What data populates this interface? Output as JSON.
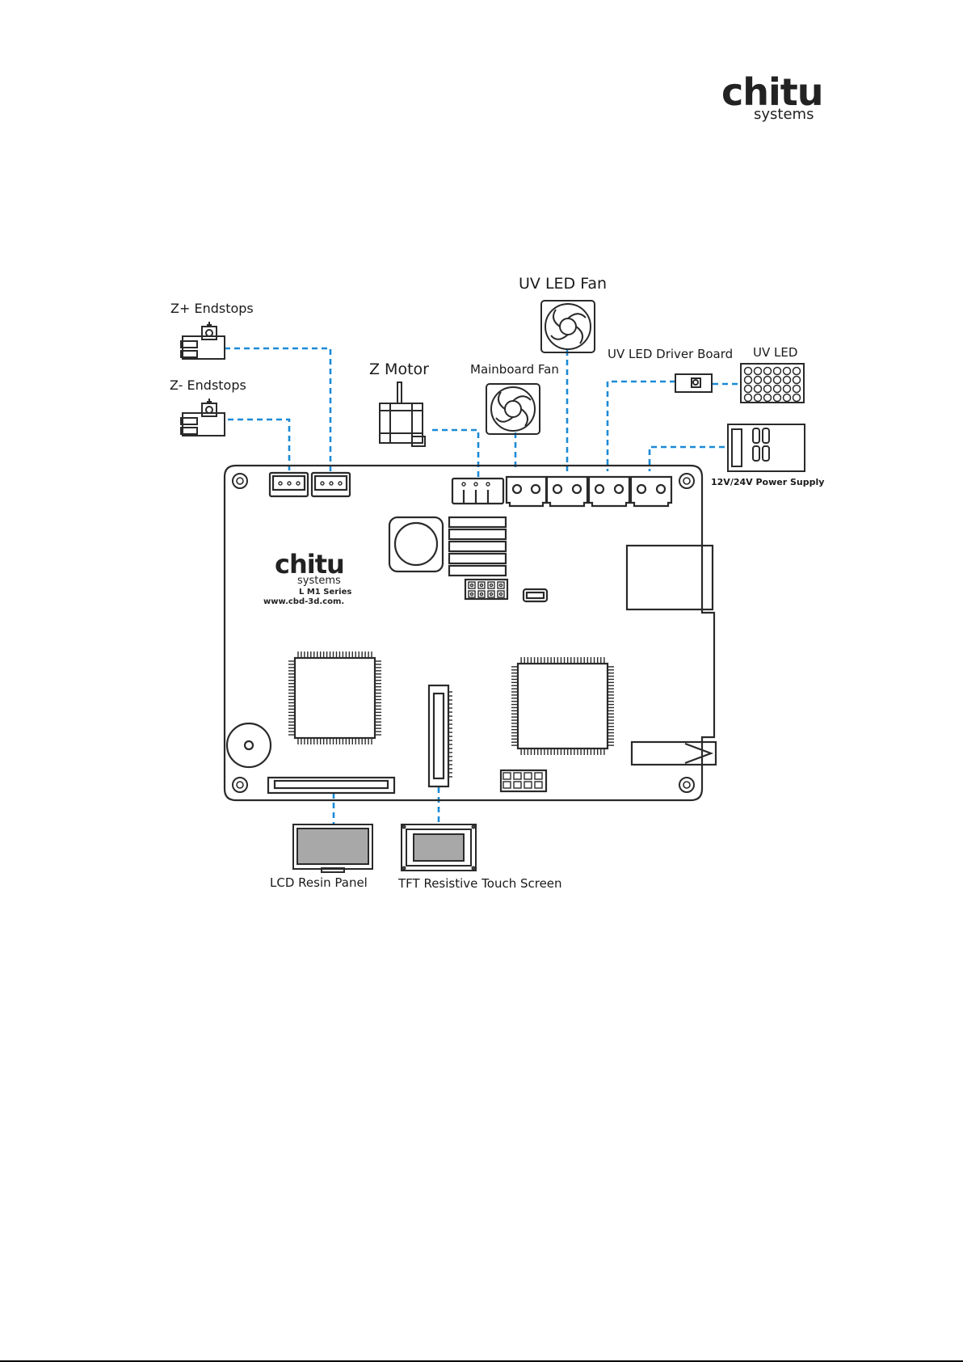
{
  "brand": {
    "top_logo_word": "chitu",
    "top_logo_sub": "systems",
    "board_logo_word": "chitu",
    "board_logo_sub": "systems",
    "board_series": "L M1 Series",
    "board_url": "www.cbd-3d.com."
  },
  "labels": {
    "z_plus_endstops": "Z+ Endstops",
    "z_minus_endstops": "Z- Endstops",
    "z_motor": "Z Motor",
    "mainboard_fan": "Mainboard Fan",
    "uv_led_fan": "UV LED Fan",
    "uv_led_driver_board": "UV LED Driver Board",
    "uv_led": "UV LED",
    "power_supply": "12V/24V Power Supply",
    "lcd_resin_panel": "LCD Resin Panel",
    "tft_touch_screen": "TFT Resistive Touch Screen"
  },
  "colors": {
    "wire": "#1b8ad6",
    "outline": "#2a2a2a",
    "screen_fill": "#a8a8a8"
  },
  "icons": [
    "endstop-icon",
    "stepper-motor-icon",
    "fan-icon",
    "driver-board-icon",
    "led-array-icon",
    "power-supply-icon",
    "lcd-panel-icon",
    "touch-screen-icon"
  ]
}
